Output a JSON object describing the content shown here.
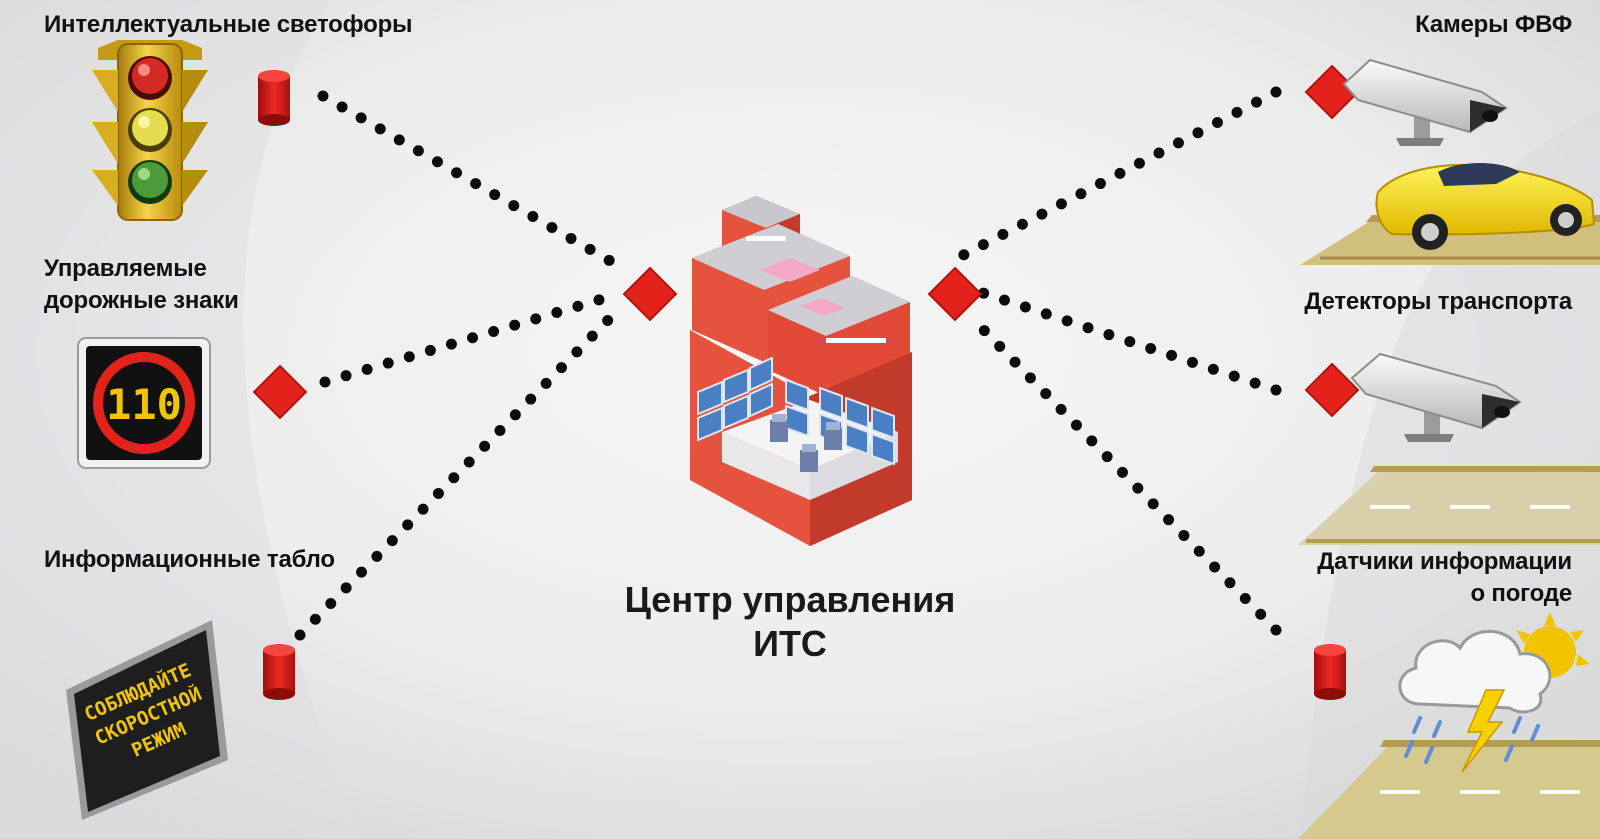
{
  "hub": {
    "line1": "Центр управления",
    "line2": "ИТС"
  },
  "nodes": {
    "traffic_lights": "Интеллектуальные светофоры",
    "road_signs_1": "Управляемые",
    "road_signs_2": "дорожные знаки",
    "info_boards": "Информационные табло",
    "cameras": "Камеры ФВФ",
    "detectors": "Детекторы транспорта",
    "weather_1": "Датчики информации",
    "weather_2": "о погоде"
  },
  "sign": {
    "speed": "110"
  },
  "board": {
    "line1": "СОБЛЮДАЙТЕ",
    "line2": "СКОРОСТНОЙ",
    "line3": "РЕЖИМ"
  },
  "colors": {
    "accent": "#e3231b",
    "building": "#e5533f",
    "board_text": "#f2c400"
  }
}
